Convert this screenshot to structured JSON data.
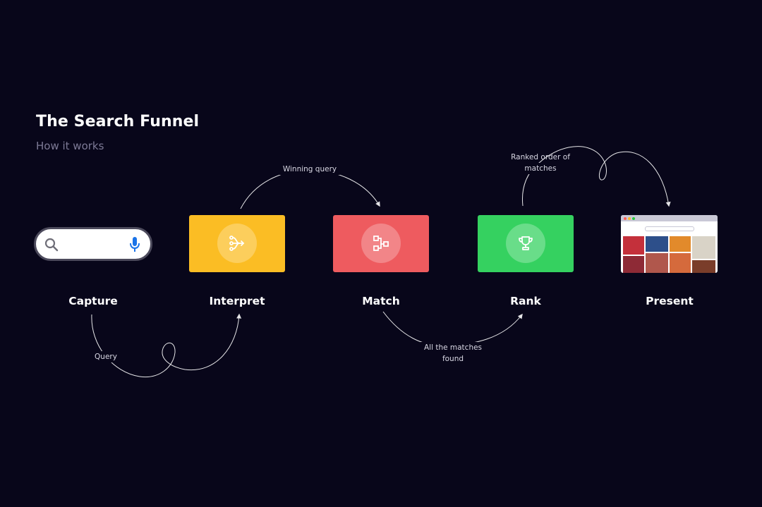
{
  "header": {
    "title": "The Search Funnel",
    "subtitle": "How it works"
  },
  "steps": [
    {
      "label": "Capture",
      "icon": "search-bar-icon"
    },
    {
      "label": "Interpret",
      "icon": "branch-merge-icon",
      "color": "#fbbd24"
    },
    {
      "label": "Match",
      "icon": "flowchart-icon",
      "color": "#ee5b5f"
    },
    {
      "label": "Rank",
      "icon": "trophy-icon",
      "color": "#35d160"
    },
    {
      "label": "Present",
      "icon": "browser-results-icon"
    }
  ],
  "annotations": {
    "query": "Query",
    "winning_query": "Winning query",
    "all_matches_line1": "All the matches",
    "all_matches_line2": "found",
    "ranked_line1": "Ranked order of",
    "ranked_line2": "matches"
  },
  "colors": {
    "background": "#08061a",
    "subtitle": "#7d7a96",
    "mic_accent": "#1a73e8"
  }
}
